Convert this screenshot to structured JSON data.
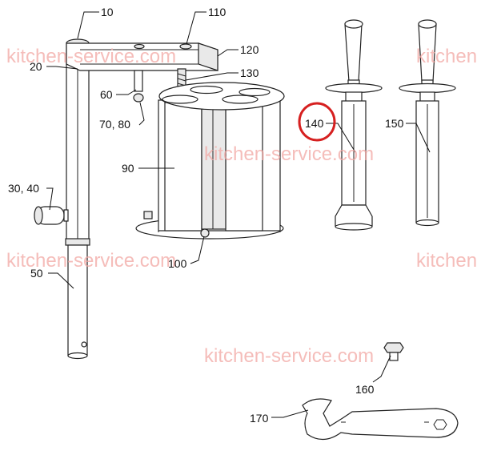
{
  "watermark": "kitchen-service.com",
  "watermark_cut": "kitchen",
  "labels": {
    "p10": "10",
    "p110": "110",
    "p120": "120",
    "p130": "130",
    "p20": "20",
    "p60": "60",
    "p70_80": "70, 80",
    "p90": "90",
    "p30_40": "30, 40",
    "p100": "100",
    "p50": "50",
    "p140": "140",
    "p150": "150",
    "p160": "160",
    "p170": "170"
  },
  "highlight": {
    "part": "140",
    "color": "#d62020"
  },
  "watermark_color": "#f1a7a3"
}
